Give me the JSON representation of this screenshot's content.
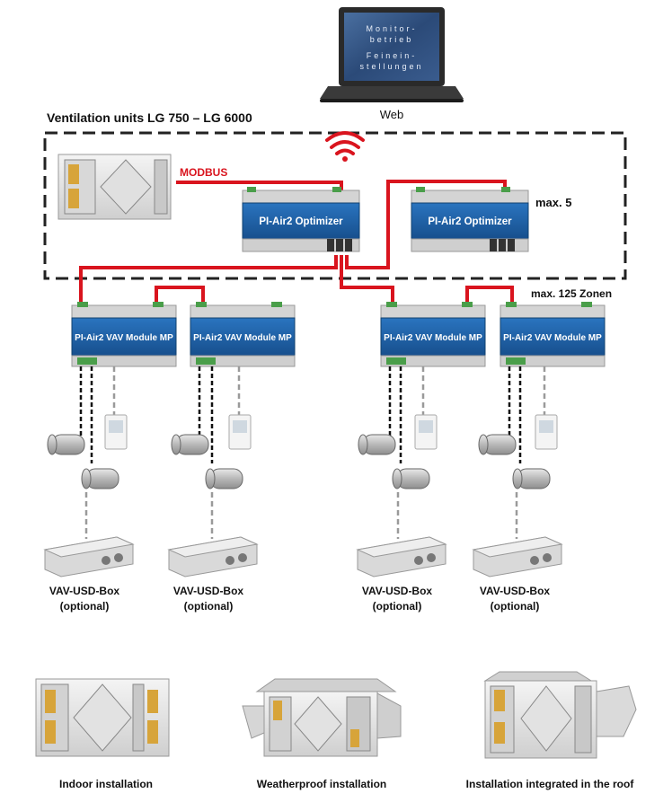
{
  "laptop": {
    "screen_lines": [
      "Monitor-",
      "betrieb",
      "Feinein-",
      "stellungen"
    ],
    "caption": "Web"
  },
  "system_title": "Ventilation units LG 750 – LG 6000",
  "modbus_label": "MODBUS",
  "optimizers": [
    {
      "label": "PI-Air2 Optimizer"
    },
    {
      "label": "PI-Air2 Optimizer"
    }
  ],
  "max_optimizers_label": "max. 5",
  "max_zones_label": "max. 125 Zonen",
  "vav_modules": [
    {
      "label": "PI-Air2 VAV Module MP"
    },
    {
      "label": "PI-Air2 VAV Module MP"
    },
    {
      "label": "PI-Air2 VAV Module MP"
    },
    {
      "label": "PI-Air2 VAV Module MP"
    }
  ],
  "usd_boxes": [
    {
      "line1": "VAV-USD-Box",
      "line2": "(optional)"
    },
    {
      "line1": "VAV-USD-Box",
      "line2": "(optional)"
    },
    {
      "line1": "VAV-USD-Box",
      "line2": "(optional)"
    },
    {
      "line1": "VAV-USD-Box",
      "line2": "(optional)"
    }
  ],
  "installations": [
    {
      "caption": "Indoor installation"
    },
    {
      "caption": "Weatherproof installation"
    },
    {
      "caption": "Installation integrated in the roof"
    }
  ],
  "colors": {
    "modbus_red": "#d9141e",
    "module_blue": "#1e63a8",
    "module_blue_dark": "#154a82",
    "dashed_frame": "#222222",
    "dashed_grey": "#9a9a9a"
  },
  "icons": {
    "wifi": "wifi-icon",
    "laptop": "laptop-icon",
    "damper": "damper-icon",
    "thermostat": "room-sensor-icon",
    "usd_box": "vav-usd-box-icon",
    "ventilation_unit": "ventilation-unit-icon"
  }
}
